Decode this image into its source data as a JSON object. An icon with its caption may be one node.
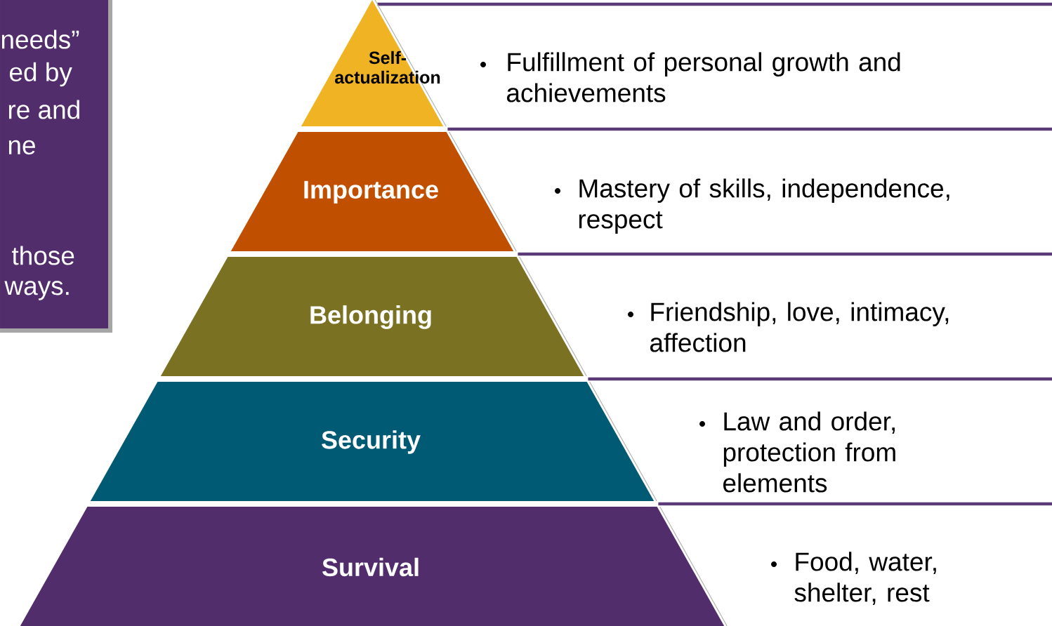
{
  "diagram": {
    "nodes": [
      {
        "text": [
          "needs”",
          "ed by",
          "re and",
          "ne",
          "those",
          "ways."
        ]
      },
      {
        "text": [
          "Self-actualization"
        ]
      },
      {
        "text": [
          "Importance"
        ]
      },
      {
        "text": [
          "Belonging"
        ]
      },
      {
        "text": [
          "Security"
        ]
      },
      {
        "text": [
          "Survival"
        ]
      }
    ],
    "edges": [],
    "labels": [
      "Fulfillment of personal growth and achievements",
      "Mastery of skills, independence, respect",
      "Friendship, love, intimacy, affection",
      "Law and order, protection from elements",
      "Food, water, shelter, rest"
    ]
  }
}
